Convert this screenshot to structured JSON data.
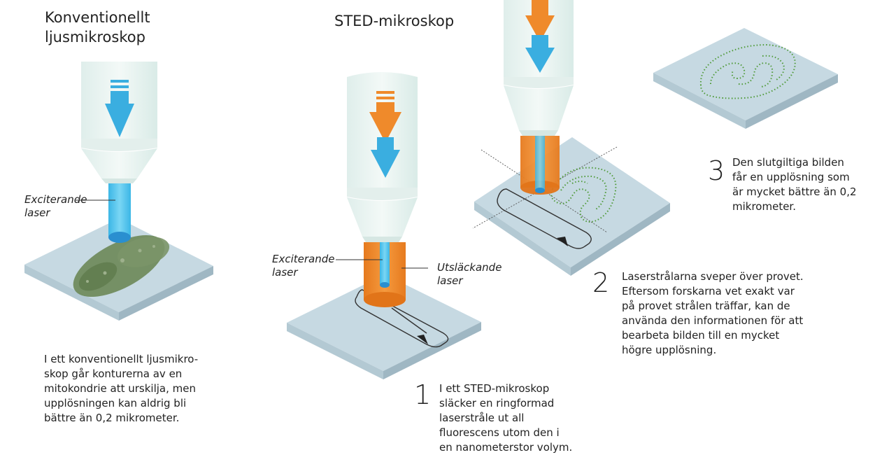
{
  "titles": {
    "conventional": "Konventionellt\nljusmikroskop",
    "sted": "STED-mikroskop"
  },
  "labels": {
    "exciting_left": "Exciterande\nlaser",
    "exciting_mid": "Exciterande\nlaser",
    "depleting": "Utsläckande\nlaser"
  },
  "captions": {
    "conventional": "I ett konventionellt ljusmikro-\nskop går konturerna av en\nmitokondrie att urskilja, men\nupplösningen kan aldrig bli\nbättre än 0,2 mikrometer."
  },
  "steps": [
    {
      "number": "1",
      "text": "I ett STED-mikroskop\nsläcker en ringformad\nlaserstråle ut all\nfluorescens utom den i\nen nanometerstor volym."
    },
    {
      "number": "2",
      "text": "Laserstrålarna sveper över provet.\nEftersom forskarna vet exakt var\npå provet strålen träffar, kan de\nanvända den informationen för att\nbearbeta bilden till en mycket\nhögre upplösning."
    },
    {
      "number": "3",
      "text": "Den slutgiltiga bilden\nfår en upplösning som\när mycket bättre än 0,2\nmikrometer."
    }
  ],
  "colors": {
    "scope_body": "#e9f3f1",
    "scope_outline": "#d4e4e0",
    "arrow_blue": "#3aaee0",
    "laser_cyan": "#5cc8ee",
    "laser_orange": "#ef8a2b",
    "slide_top": "#c6d9e2",
    "slide_side": "#a4bcc8",
    "mito_green": "#6e8a5a",
    "dots_green": "#4f9a38"
  }
}
